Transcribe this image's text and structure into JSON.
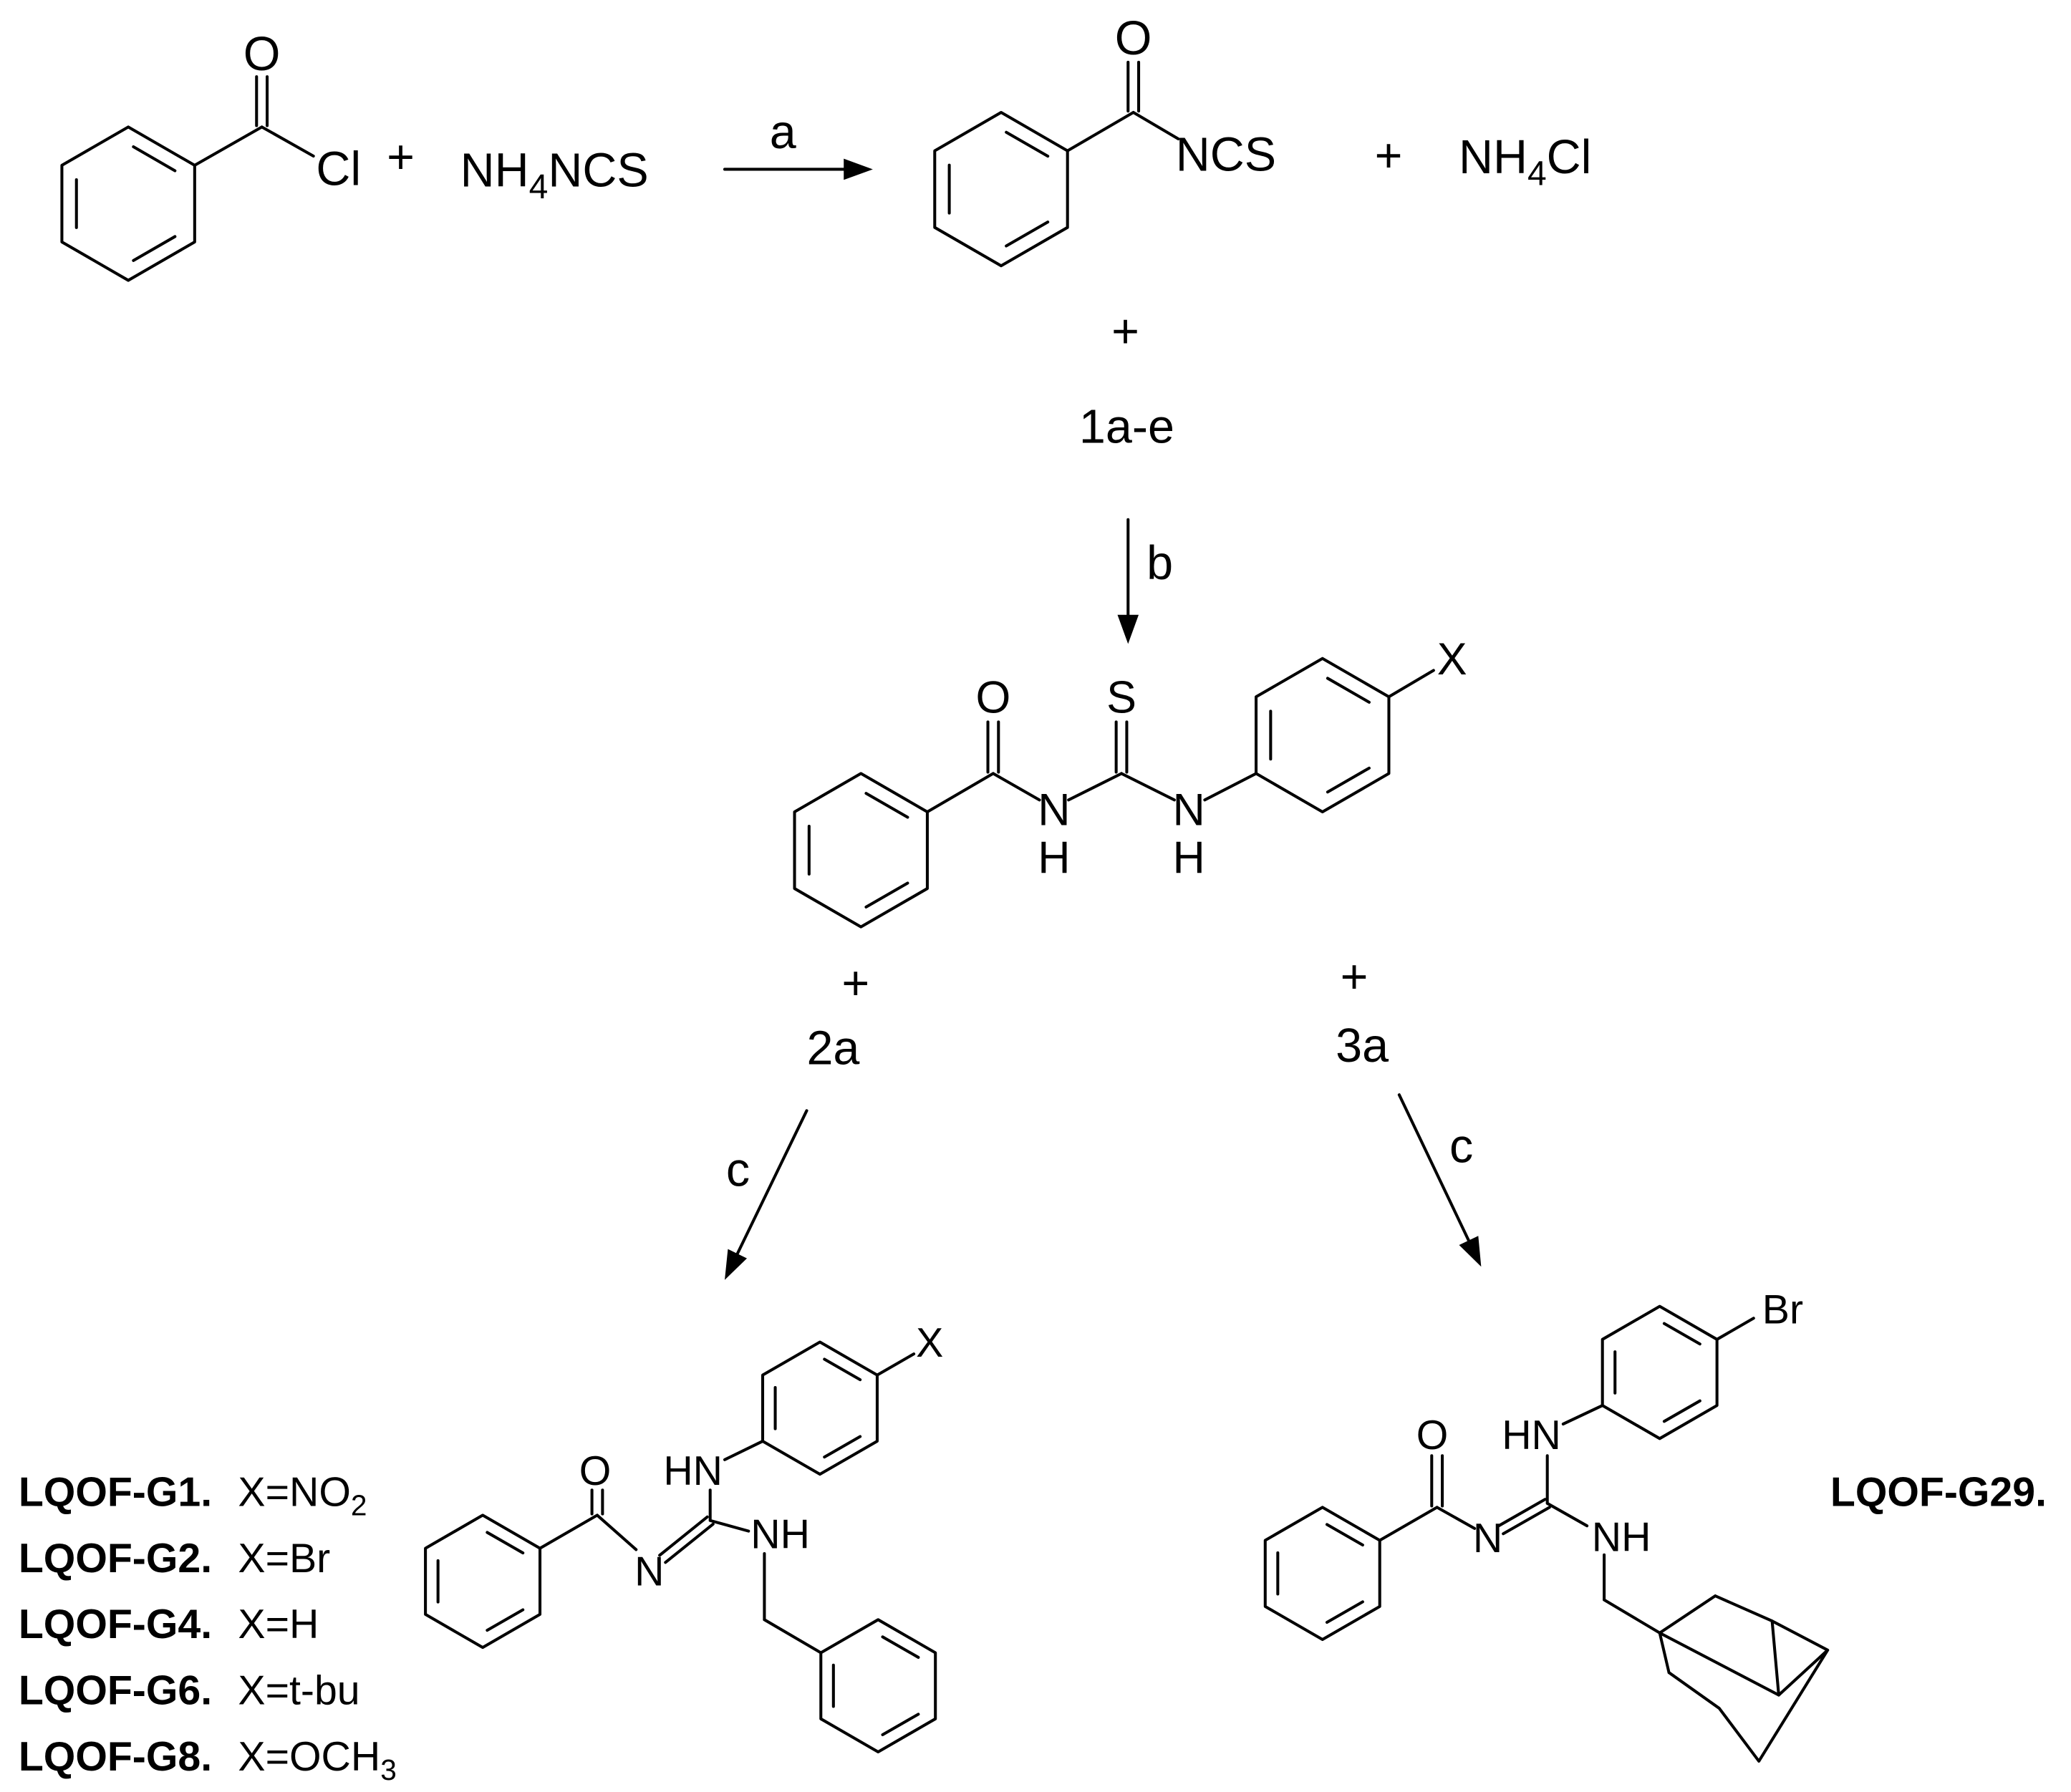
{
  "reaction_1": {
    "benzoyl_chloride": {
      "oxygen": "O",
      "chlorine": "Cl"
    },
    "plus": "+",
    "reagent": {
      "part1": "NH",
      "sub": "4",
      "part2": "NCS"
    },
    "arrow_label": "a",
    "product": {
      "oxygen": "O",
      "group": "NCS"
    },
    "plus_2": "+",
    "byproduct": {
      "part1": "NH",
      "sub": "4",
      "part2": "Cl"
    }
  },
  "reaction_2": {
    "plus": "+",
    "amine": "1a-e",
    "arrow_label": "b"
  },
  "thiourea": {
    "oxygen": "O",
    "sulfur": "S",
    "substituent": "X",
    "n1": "N",
    "h1": "H",
    "n2": "N",
    "h2": "H"
  },
  "branch_left": {
    "plus": "+",
    "reagent": "2a",
    "arrow_label": "c"
  },
  "branch_right": {
    "plus": "+",
    "reagent": "3a",
    "arrow_label": "c"
  },
  "product_left": {
    "oxygen": "O",
    "imine_n": "N",
    "hn": "HN",
    "nh": "NH",
    "substituent": "X",
    "compounds": [
      {
        "id": "LQOF-G1.",
        "x": "X=NO",
        "sub": "2"
      },
      {
        "id": "LQOF-G2.",
        "x": "X=Br"
      },
      {
        "id": "LQOF-G4.",
        "x": "X=H"
      },
      {
        "id": "LQOF-G6.",
        "x": "X=t-bu"
      },
      {
        "id": "LQOF-G8.",
        "x": "X=OCH",
        "sub": "3"
      }
    ]
  },
  "product_right": {
    "oxygen": "O",
    "imine_n": "N",
    "hn": "HN",
    "nh": "NH",
    "bromine": "Br",
    "id": "LQOF-G29."
  }
}
